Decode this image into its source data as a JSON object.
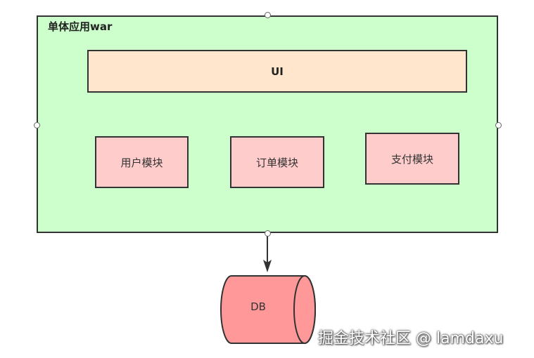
{
  "container": {
    "title": "单体应用war"
  },
  "ui_layer": {
    "label": "UI"
  },
  "modules": [
    {
      "label": "用户模块"
    },
    {
      "label": "订单模块"
    },
    {
      "label": "支付模块"
    }
  ],
  "database": {
    "label": "DB"
  },
  "watermark": {
    "text": "掘金技术社区 @ lamdaxu"
  },
  "colors": {
    "container_fill": "#ccffcc",
    "ui_fill": "#ffe6cc",
    "module_fill": "#ffcccc",
    "db_fill": "#ff9999",
    "stroke": "#333333"
  }
}
